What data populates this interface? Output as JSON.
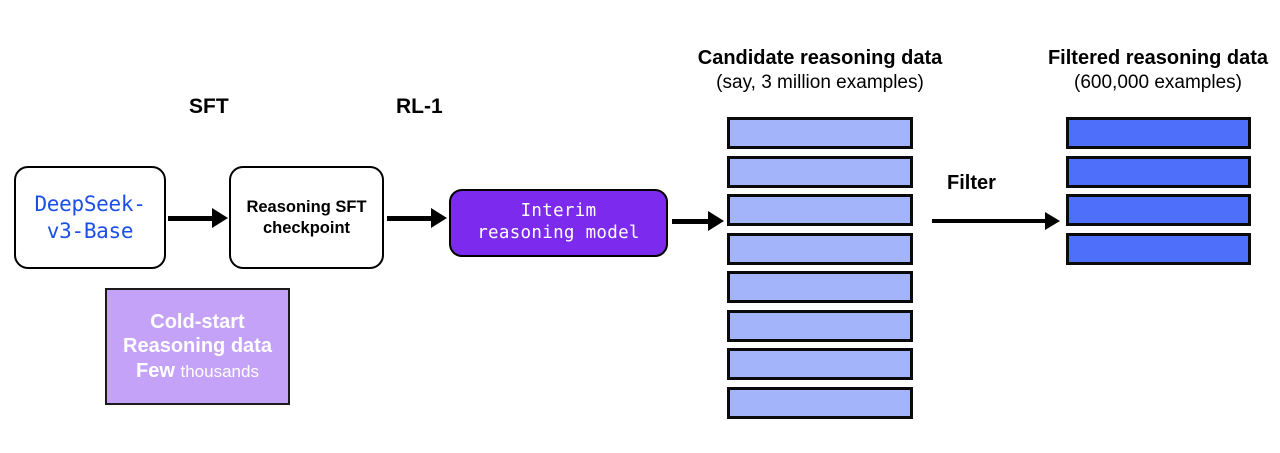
{
  "diagram": {
    "title_visible": false,
    "colors": {
      "candidate_bar_fill": "#A3B4FB",
      "filtered_bar_fill": "#4D6FFA",
      "bar_border": "#0A0A0A",
      "interim_model_fill": "#7B2AEE",
      "cold_start_fill": "#C4A2F7",
      "base_model_text": "#1A4FE8",
      "arrow": "#000000",
      "background": "#FFFFFF"
    }
  },
  "nodes": {
    "base_model": {
      "line1": "DeepSeek-",
      "line2": "v3-Base"
    },
    "sft_checkpoint": {
      "line1": "Reasoning SFT",
      "line2": "checkpoint"
    },
    "interim_model": {
      "line1": "Interim",
      "line2": "reasoning model"
    },
    "cold_start": {
      "line1": "Cold-start",
      "line2": "Reasoning data",
      "line3_bold": "Few",
      "line3_thin": "thousands"
    }
  },
  "stage_labels": {
    "sft": "SFT",
    "rl1": "RL-1",
    "filter": "Filter"
  },
  "columns": {
    "candidate": {
      "title": "Candidate reasoning data",
      "subtitle": "(say, 3 million examples)",
      "bar_count": 8
    },
    "filtered": {
      "title": "Filtered reasoning data",
      "subtitle": "(600,000 examples)",
      "bar_count": 4
    }
  }
}
